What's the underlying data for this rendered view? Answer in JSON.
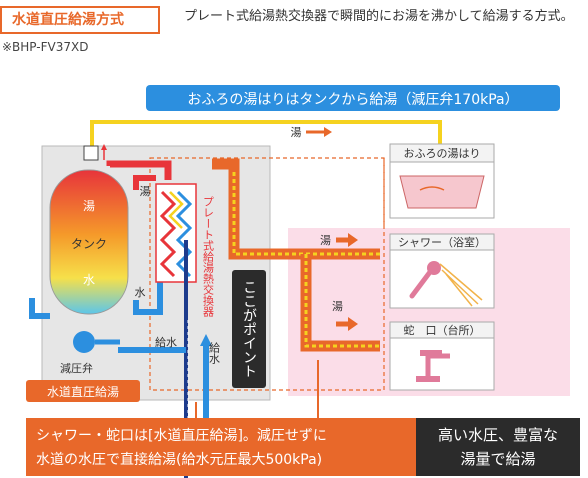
{
  "header": {
    "tag": "水道直圧給湯方式",
    "model": "※BHP-FV37XD",
    "description": "プレート式給湯熱交換器で瞬間的にお湯を沸かして給湯する方式。"
  },
  "diagram": {
    "bath_fill_caption": "おふろの湯はりはタンクから給湯（減圧弁170kPa）",
    "bath_label": "おふろの湯はり",
    "shower_label": "シャワー（浴室）",
    "faucet_label": "蛇　口（台所）",
    "hot_water_labels": [
      "湯",
      "湯",
      "湯",
      "湯"
    ],
    "tank_labels": {
      "hot": "湯",
      "middle": "タンク",
      "cold": "水"
    },
    "water_label": "水",
    "exchanger_label": "プレート式給湯熱交換器",
    "point_label": "ここがポイント",
    "pressure_valve": "減圧弁",
    "supply_label_1": "給水",
    "supply_label_2": "給水",
    "direct_supply_tag": "水道直圧給湯",
    "bottom_note_line1": "シャワー・蛇口は[水道直圧給湯]。減圧せずに",
    "bottom_note_line2": "水道の水圧で直接給湯(給水元圧最大500kPa)",
    "bottom_badge_line1": "高い水圧、豊富な",
    "bottom_badge_line2": "湯量で給湯"
  },
  "colors": {
    "accent_orange": "#e8682a",
    "navy": "#1d3b8c",
    "pipe_blue": "#2c8fdf",
    "pipe_red": "#e8353a",
    "pipe_yellow": "#f5d21f",
    "dark_badge": "#2b2b2b",
    "pink_zone": "#fbdde8"
  }
}
